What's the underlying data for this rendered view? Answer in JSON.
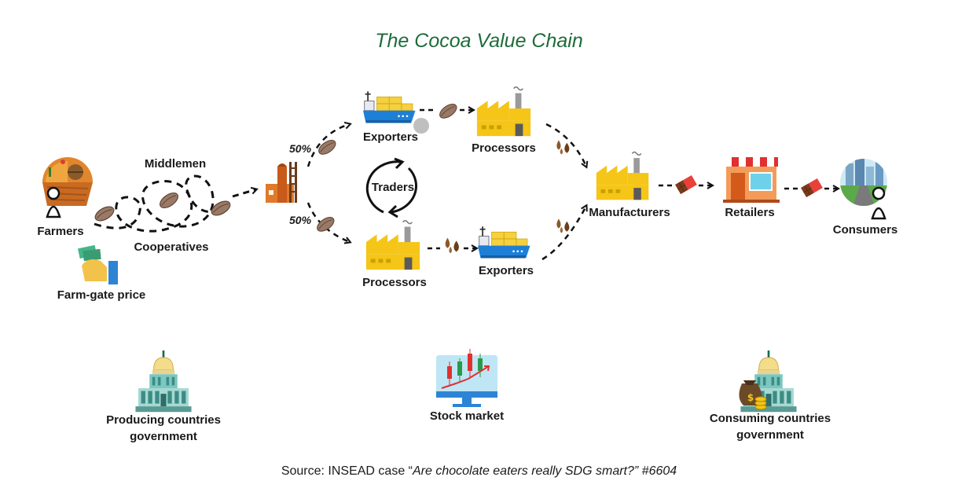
{
  "title": "The Cocoa Value Chain",
  "labels": {
    "farmers": "Farmers",
    "middlemen": "Middlemen",
    "cooperatives": "Cooperatives",
    "farm_gate_price": "Farm-gate price",
    "exporters_top": "Exporters",
    "processors_top": "Processors",
    "traders": "Traders",
    "processors_bottom": "Processors",
    "exporters_bottom": "Exporters",
    "manufacturers": "Manufacturers",
    "retailers": "Retailers",
    "consumers": "Consumers",
    "producing_gov_line1": "Producing countries",
    "producing_gov_line2": "government",
    "stock_market": "Stock market",
    "consuming_gov_line1": "Consuming countries",
    "consuming_gov_line2": "government"
  },
  "shares": {
    "upper": "50%",
    "lower": "50%"
  },
  "source": {
    "prefix": "Source: INSEAD case “",
    "case_title": "Are chocolate eaters really SDG smart?” #6604"
  },
  "colors": {
    "title": "#1e6b3a",
    "factory": "#f5c518",
    "ship": "#1e7fd6",
    "bean": "#9a7a66",
    "awning": "#e03030"
  },
  "icons": [
    "farmer-icon",
    "cocoa-bean-icon",
    "silo-icon",
    "ship-icon",
    "factory-icon",
    "cocoa-drops-icon",
    "chocolate-bar-icon",
    "store-icon",
    "city-icon",
    "cash-hand-icon",
    "capitol-building-icon",
    "stock-monitor-icon",
    "money-bag-icon"
  ]
}
